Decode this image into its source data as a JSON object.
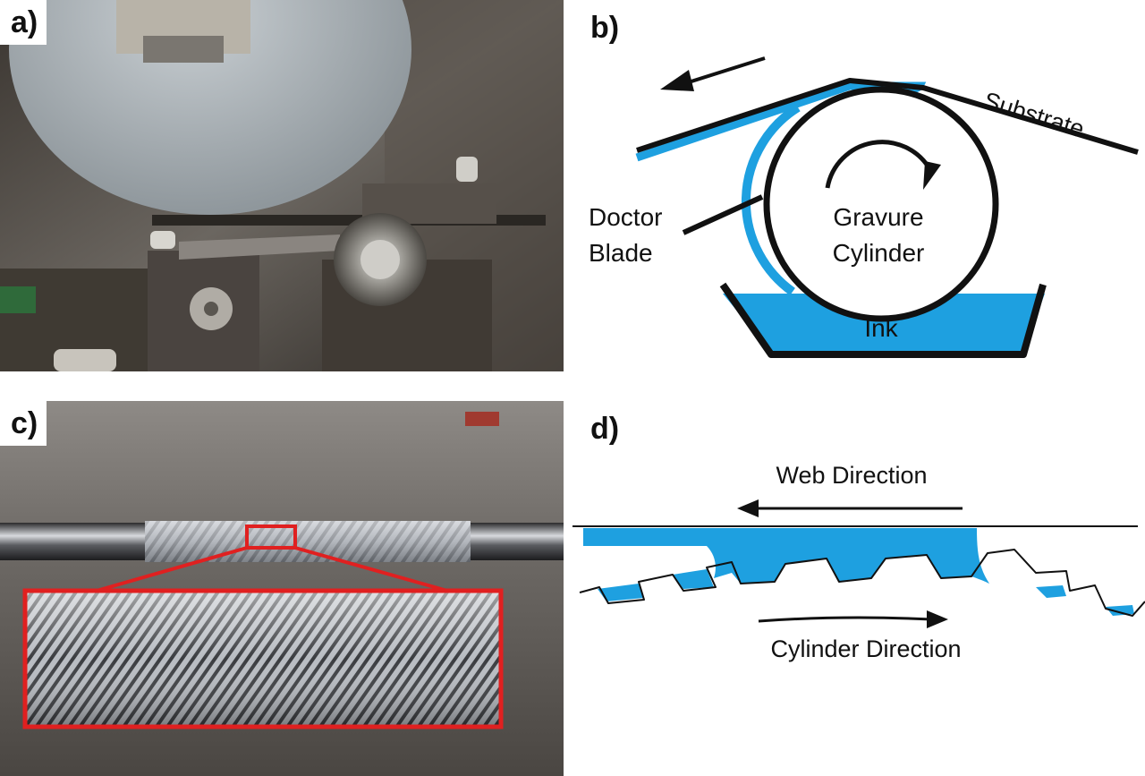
{
  "panels": {
    "a": {
      "label": "a)"
    },
    "b": {
      "label": "b)",
      "substrate": "Substrate",
      "doctor_line1": "Doctor",
      "doctor_line2": "Blade",
      "cylinder_line1": "Gravure",
      "cylinder_line2": "Cylinder",
      "ink": "Ink"
    },
    "c": {
      "label": "c)"
    },
    "d": {
      "label": "d)",
      "web_direction": "Web Direction",
      "cylinder_direction": "Cylinder Direction"
    }
  },
  "colors": {
    "ink_blue": "#1ea0e0",
    "line": "#111111",
    "highlight_red": "#e02020"
  }
}
